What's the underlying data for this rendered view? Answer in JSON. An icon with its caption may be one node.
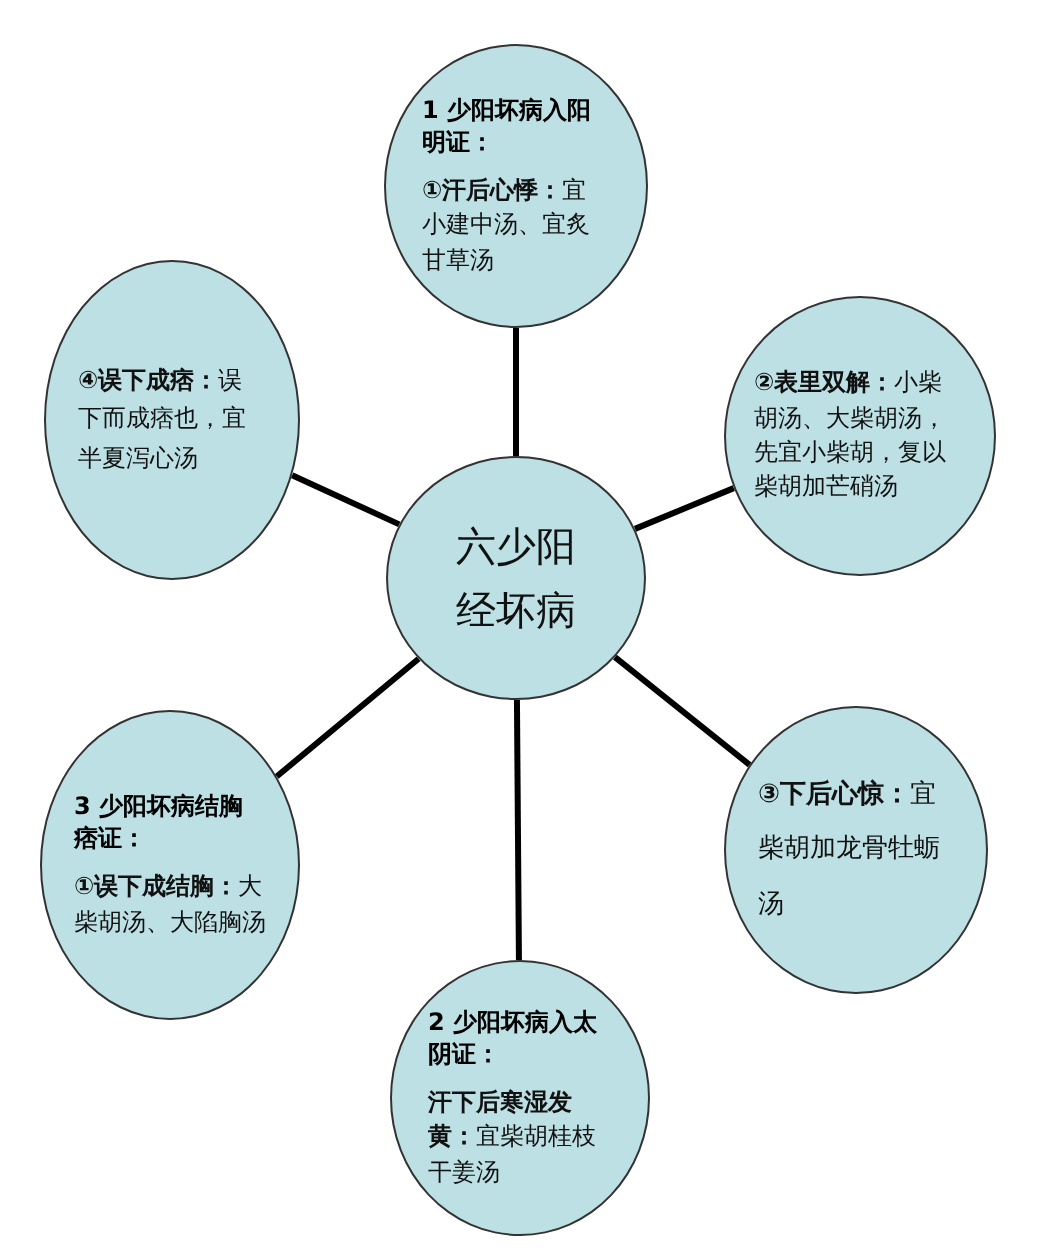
{
  "diagram": {
    "nodes": [
      {
        "text": [
          "1 少阳坏病入阳明证：",
          "**①汗后心悸：**宜小建中汤、宜炙甘草汤"
        ]
      },
      {
        "text": [
          "**④误下成痞：**误下而成痞也，宜半夏泻心汤"
        ]
      },
      {
        "text": [
          "**②表里双解：**小柴胡汤、大柴胡汤，先宜小柴胡，复以柴胡加芒硝汤"
        ]
      },
      {
        "text": [
          "六少阳经坏病"
        ]
      },
      {
        "text": [
          "3 少阳坏病结胸痞证：",
          "**①误下成结胸：**大柴胡汤、大陷胸汤"
        ]
      },
      {
        "text": [
          "**③下后心惊：**宜柴胡加龙骨牡蛎汤"
        ]
      },
      {
        "text": [
          "2 少阳坏病入太阴证：",
          "**汗下后寒湿发黄：**宜柴胡桂枝干姜汤"
        ]
      }
    ],
    "edges": [
      {
        "from": 3,
        "to": 0,
        "arrow": "none"
      },
      {
        "from": 3,
        "to": 1,
        "arrow": "none"
      },
      {
        "from": 3,
        "to": 2,
        "arrow": "none"
      },
      {
        "from": 3,
        "to": 4,
        "arrow": "none"
      },
      {
        "from": 3,
        "to": 5,
        "arrow": "none"
      },
      {
        "from": 3,
        "to": 6,
        "arrow": "none"
      }
    ]
  }
}
